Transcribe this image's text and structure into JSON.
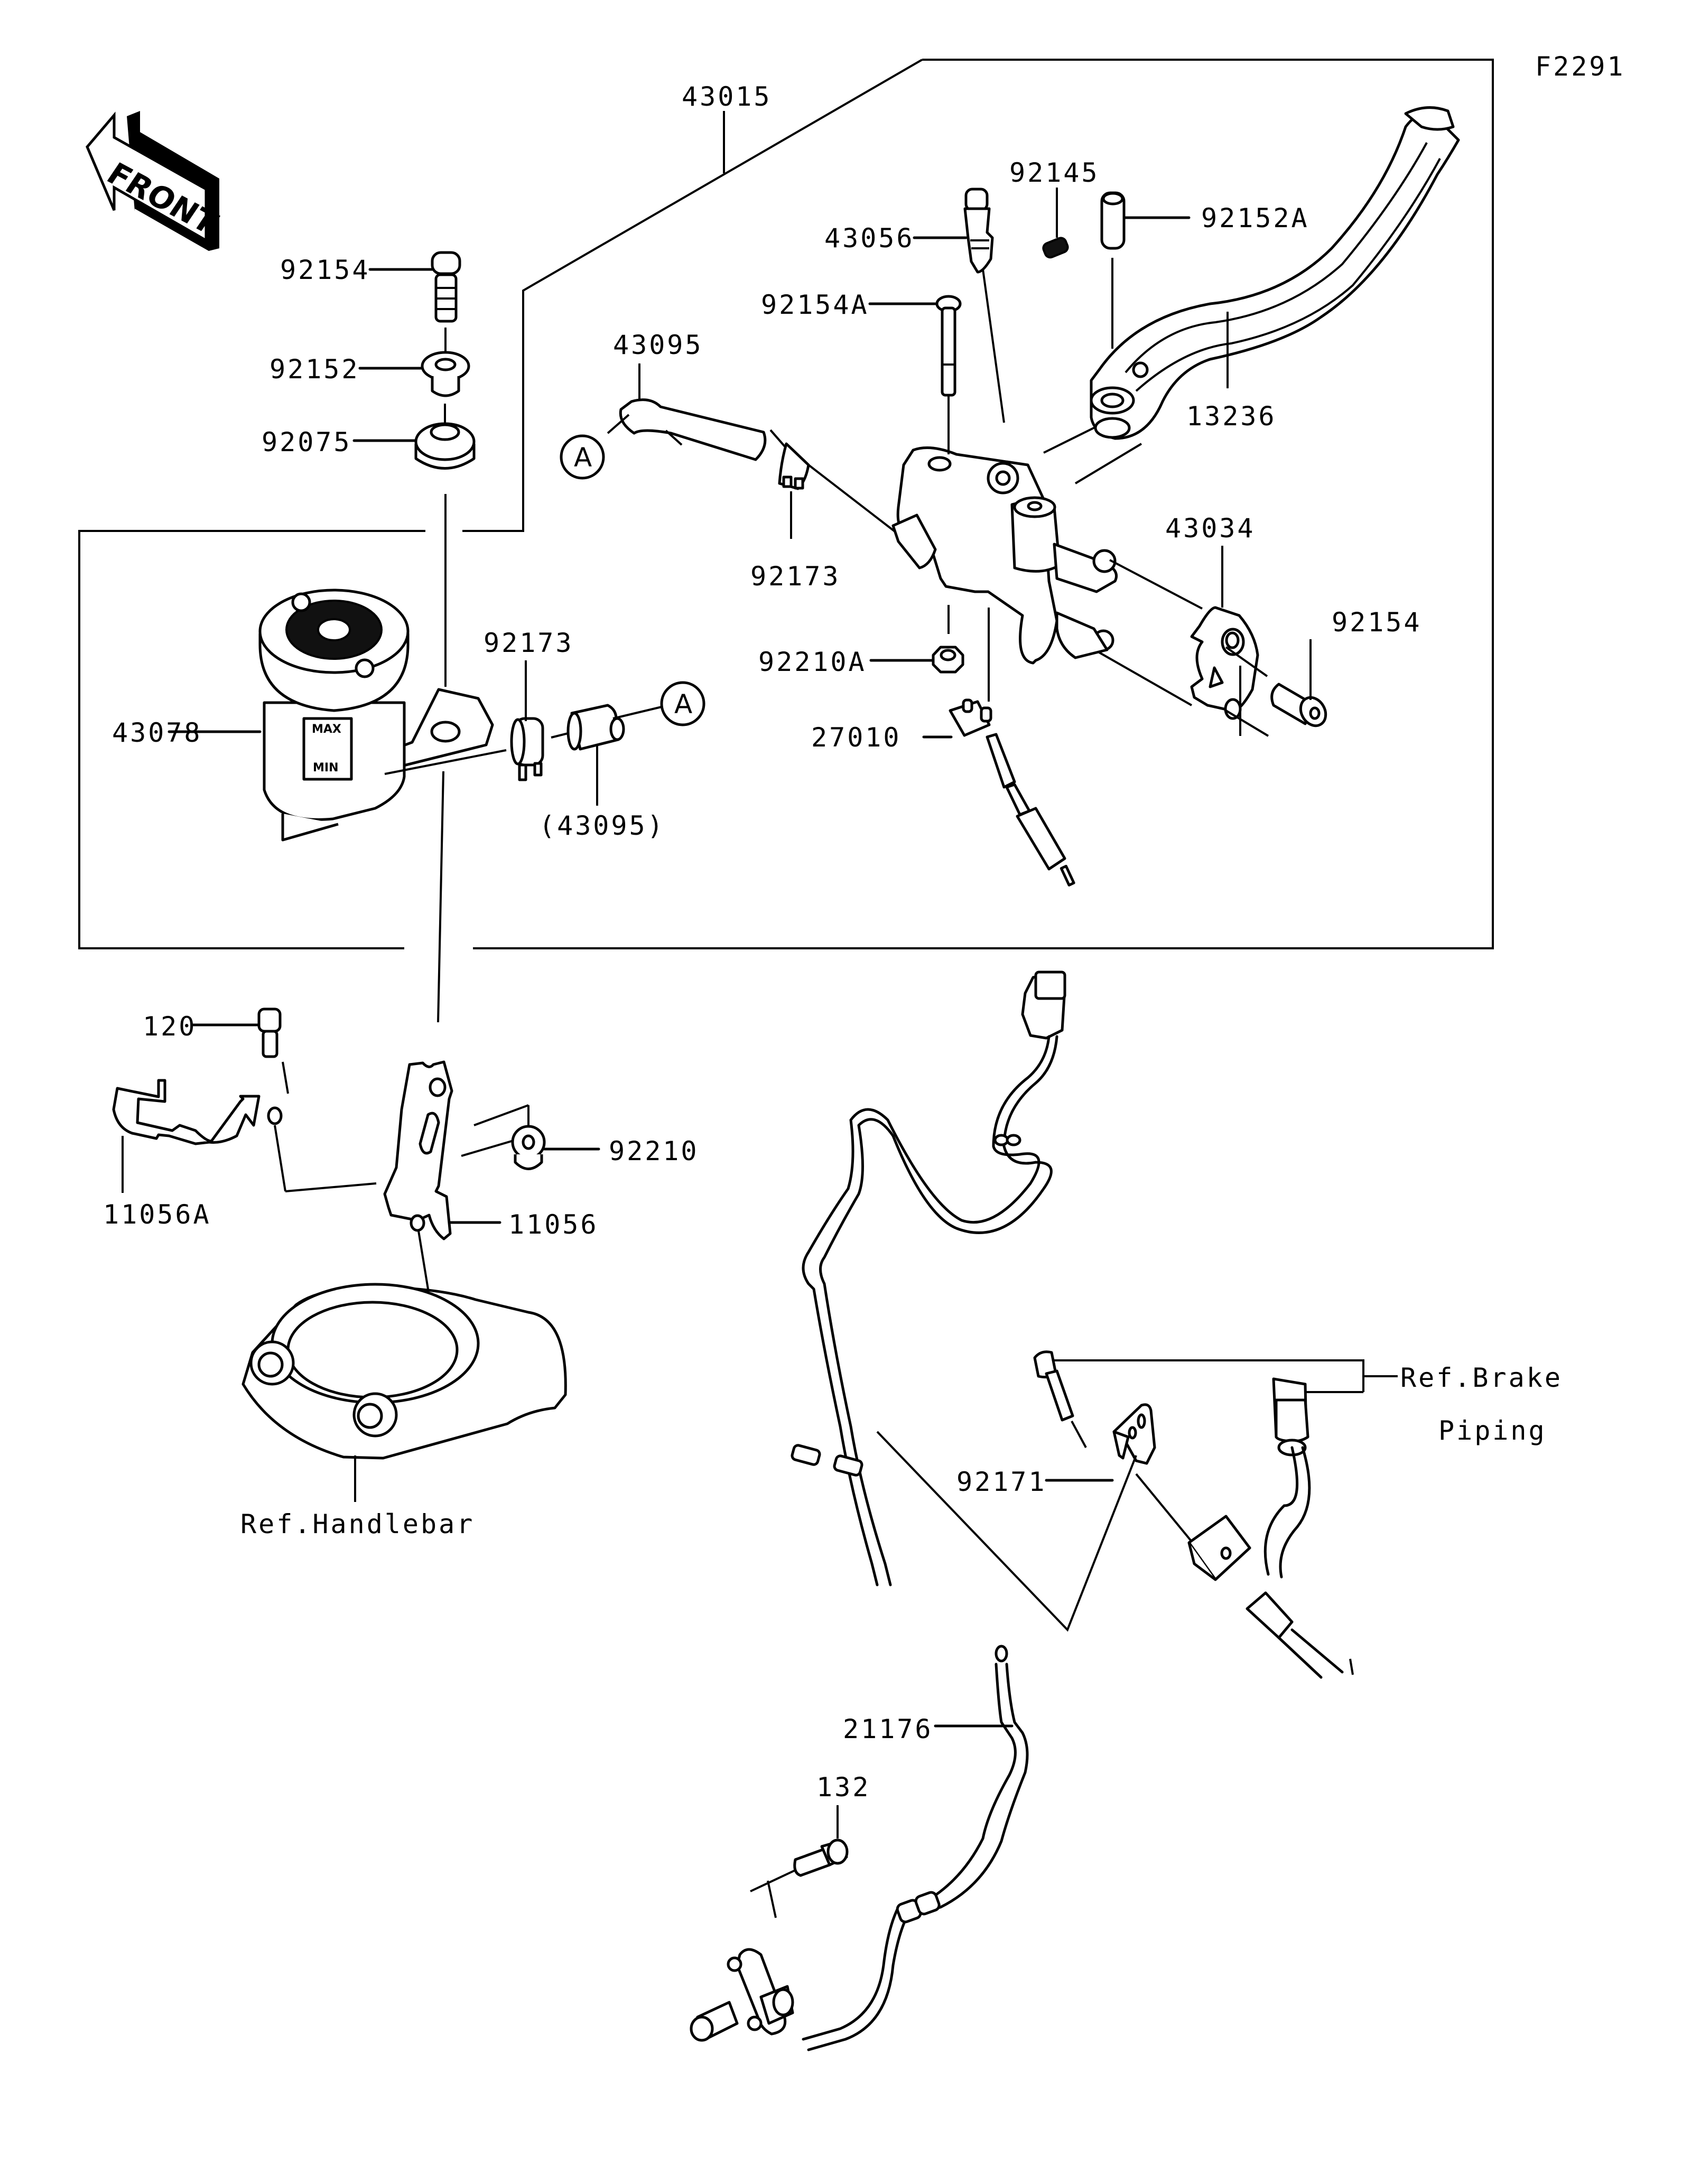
{
  "diagram": {
    "figure_code": "F2291",
    "front_indicator": "FRONT",
    "reservoir_marks": {
      "max": "MAX",
      "min": "MIN"
    },
    "connector_mark": "A",
    "labels": {
      "assembly": "43015",
      "hose_top": "43095",
      "hose_ref": "(43095)",
      "bleeder": "43056",
      "spring": "92145",
      "collar_lever": "92152A",
      "lever": "13236",
      "pivot_bolt": "92154A",
      "clamp_top": "92173",
      "clamp_bottom": "92173",
      "holder": "43034",
      "holder_bolt": "92154",
      "nut_lever": "92210A",
      "switch": "27010",
      "res_bolt": "92154",
      "res_collar": "92152",
      "grommet": "92075",
      "reservoir": "43078",
      "screw": "120",
      "bracket_a": "11056A",
      "nut": "92210",
      "bracket": "11056",
      "ref_handlebar": "Ref.Handlebar",
      "ref_brake_1": "Ref.Brake",
      "ref_brake_2": "Piping",
      "clamp_abs": "92171",
      "sensor_lead": "21176",
      "sensor_bolt": "132"
    }
  }
}
